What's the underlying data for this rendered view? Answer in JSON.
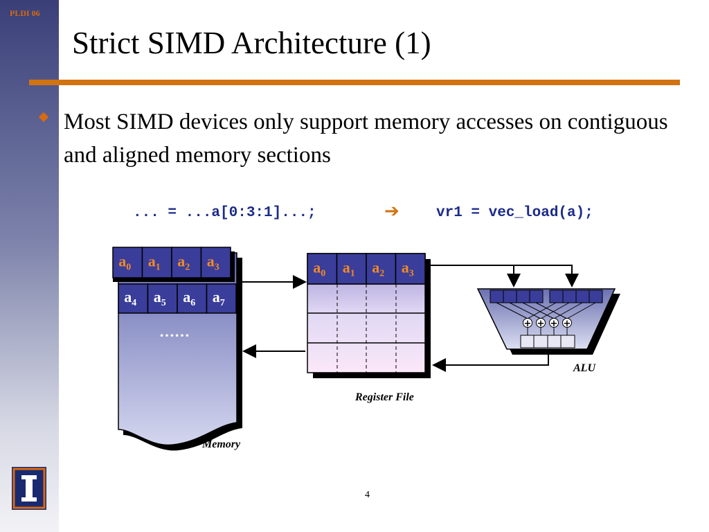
{
  "header": {
    "conference_tag": "PLDI 06"
  },
  "slide": {
    "title": "Strict SIMD Architecture (1)",
    "bullet": "Most SIMD devices only support memory accesses on contiguous and aligned memory sections",
    "code_left": "... = ...a[0:3:1]...;",
    "arrow_icon": "➔",
    "code_right": "vr1 = vec_load(a);",
    "page_number": "4"
  },
  "diagram": {
    "memory": {
      "row1": [
        {
          "base": "a",
          "sub": "0"
        },
        {
          "base": "a",
          "sub": "1"
        },
        {
          "base": "a",
          "sub": "2"
        },
        {
          "base": "a",
          "sub": "3"
        }
      ],
      "row2": [
        {
          "base": "a",
          "sub": "4"
        },
        {
          "base": "a",
          "sub": "5"
        },
        {
          "base": "a",
          "sub": "6"
        },
        {
          "base": "a",
          "sub": "7"
        }
      ],
      "ellipsis": "……",
      "label": "Memory"
    },
    "register_file": {
      "row1": [
        {
          "base": "a",
          "sub": "0"
        },
        {
          "base": "a",
          "sub": "1"
        },
        {
          "base": "a",
          "sub": "2"
        },
        {
          "base": "a",
          "sub": "3"
        }
      ],
      "label": "Register File"
    },
    "alu": {
      "label": "ALU",
      "adder_symbol": "+"
    },
    "colors": {
      "accent": "#d27312",
      "cell_fill": "#3a3d9a",
      "cell_text": "#f08a28",
      "code_blue": "#1c2b88"
    }
  }
}
